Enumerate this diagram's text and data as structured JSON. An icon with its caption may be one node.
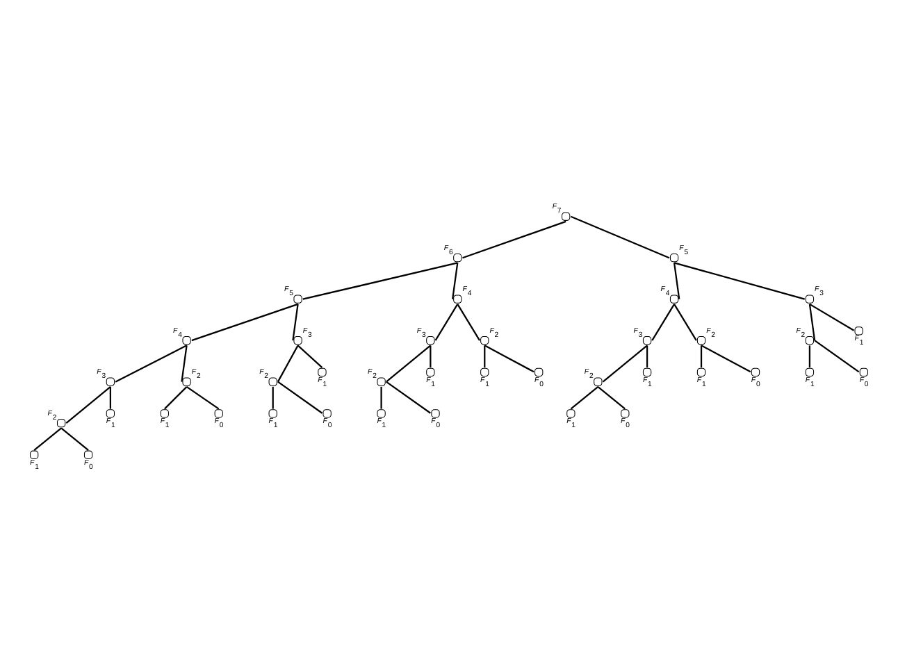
{
  "diagram": {
    "nodes": [
      {
        "text": [],
        "shape": "circle",
        "beside": [
          "F$_{7}$"
        ]
      },
      {
        "text": [],
        "shape": "circle",
        "beside": [
          "F$_{6}$"
        ]
      },
      {
        "text": [],
        "shape": "circle",
        "beside": [
          "F$_{5}$"
        ]
      },
      {
        "text": [],
        "shape": "circle",
        "beside": [
          "F$_{5}$"
        ]
      },
      {
        "text": [],
        "shape": "circle",
        "beside": [
          "F$_{4}$"
        ]
      },
      {
        "text": [],
        "shape": "circle",
        "beside": [
          "F$_{4}$"
        ]
      },
      {
        "text": [],
        "shape": "circle",
        "beside": [
          "F$_{3}$"
        ]
      },
      {
        "text": [],
        "shape": "circle",
        "beside": [
          "F$_{4}$"
        ]
      },
      {
        "text": [],
        "shape": "circle",
        "beside": [
          "F$_{3}$"
        ]
      },
      {
        "text": [],
        "shape": "circle",
        "beside": [
          "F$_{3}$"
        ]
      },
      {
        "text": [],
        "shape": "circle",
        "beside": [
          "F$_{2}$"
        ]
      },
      {
        "text": [],
        "shape": "circle",
        "beside": [
          "F$_{3}$"
        ]
      },
      {
        "text": [],
        "shape": "circle",
        "beside": [
          "F$_{2}$"
        ]
      },
      {
        "text": [],
        "shape": "circle",
        "beside": [
          "F$_{2}$"
        ]
      },
      {
        "text": [],
        "shape": "circle",
        "beside": [
          "F$_{1}$"
        ]
      },
      {
        "text": [],
        "shape": "circle",
        "beside": [
          "F$_{3}$"
        ]
      },
      {
        "text": [],
        "shape": "circle",
        "beside": [
          "F$_{2}$"
        ]
      },
      {
        "text": [],
        "shape": "circle",
        "beside": [
          "F$_{2}$"
        ]
      },
      {
        "text": [],
        "shape": "circle",
        "beside": [
          "F$_{1}$"
        ]
      },
      {
        "text": [],
        "shape": "circle",
        "beside": [
          "F$_{2}$"
        ]
      },
      {
        "text": [],
        "shape": "circle",
        "beside": [
          "F$_{1}$"
        ]
      },
      {
        "text": [],
        "shape": "circle",
        "beside": [
          "F$_{1}$"
        ]
      },
      {
        "text": [],
        "shape": "circle",
        "beside": [
          "F$_{0}$"
        ]
      },
      {
        "text": [],
        "shape": "circle",
        "beside": [
          "F$_{2}$"
        ]
      },
      {
        "text": [],
        "shape": "circle",
        "beside": [
          "F$_{1}$"
        ]
      },
      {
        "text": [],
        "shape": "circle",
        "beside": [
          "F$_{1}$"
        ]
      },
      {
        "text": [],
        "shape": "circle",
        "beside": [
          "F$_{0}$"
        ]
      },
      {
        "text": [],
        "shape": "circle",
        "beside": [
          "F$_{1}$"
        ]
      },
      {
        "text": [],
        "shape": "circle",
        "beside": [
          "F$_{0}$"
        ]
      },
      {
        "text": [],
        "shape": "circle",
        "beside": [
          "F$_{2}$"
        ]
      },
      {
        "text": [],
        "shape": "circle",
        "beside": [
          "F$_{1}$"
        ]
      },
      {
        "text": [],
        "shape": "circle",
        "beside": [
          "F$_{1}$"
        ]
      },
      {
        "text": [],
        "shape": "circle",
        "beside": [
          "F$_{0}$"
        ]
      },
      {
        "text": [],
        "shape": "circle",
        "beside": [
          "F$_{1}$"
        ]
      },
      {
        "text": [],
        "shape": "circle",
        "beside": [
          "F$_{0}$"
        ]
      },
      {
        "text": [],
        "shape": "circle",
        "beside": [
          "F$_{1}$"
        ]
      },
      {
        "text": [],
        "shape": "circle",
        "beside": [
          "F$_{0}$"
        ]
      },
      {
        "text": [],
        "shape": "circle",
        "beside": [
          "F$_{1}$"
        ]
      },
      {
        "text": [],
        "shape": "circle",
        "beside": [
          "F$_{0}$"
        ]
      },
      {
        "text": [],
        "shape": "circle",
        "beside": [
          "F$_{1}$"
        ]
      },
      {
        "text": [],
        "shape": "circle",
        "beside": [
          "F$_{0}$"
        ]
      }
    ],
    "edges": [
      {
        "from": 0,
        "to": 1,
        "arrow": "none"
      },
      {
        "from": 0,
        "to": 2,
        "arrow": "none"
      },
      {
        "from": 1,
        "to": 3,
        "arrow": "none"
      },
      {
        "from": 1,
        "to": 4,
        "arrow": "none"
      },
      {
        "from": 2,
        "to": 5,
        "arrow": "none"
      },
      {
        "from": 2,
        "to": 6,
        "arrow": "none"
      },
      {
        "from": 3,
        "to": 7,
        "arrow": "none"
      },
      {
        "from": 3,
        "to": 8,
        "arrow": "none"
      },
      {
        "from": 4,
        "to": 9,
        "arrow": "none"
      },
      {
        "from": 4,
        "to": 10,
        "arrow": "none"
      },
      {
        "from": 5,
        "to": 11,
        "arrow": "none"
      },
      {
        "from": 5,
        "to": 12,
        "arrow": "none"
      },
      {
        "from": 6,
        "to": 13,
        "arrow": "none"
      },
      {
        "from": 6,
        "to": 14,
        "arrow": "none"
      },
      {
        "from": 7,
        "to": 15,
        "arrow": "none"
      },
      {
        "from": 7,
        "to": 16,
        "arrow": "none"
      },
      {
        "from": 8,
        "to": 17,
        "arrow": "none"
      },
      {
        "from": 8,
        "to": 18,
        "arrow": "none"
      },
      {
        "from": 9,
        "to": 19,
        "arrow": "none"
      },
      {
        "from": 9,
        "to": 20,
        "arrow": "none"
      },
      {
        "from": 10,
        "to": 21,
        "arrow": "none"
      },
      {
        "from": 10,
        "to": 22,
        "arrow": "none"
      },
      {
        "from": 11,
        "to": 23,
        "arrow": "none"
      },
      {
        "from": 11,
        "to": 24,
        "arrow": "none"
      },
      {
        "from": 12,
        "to": 25,
        "arrow": "none"
      },
      {
        "from": 12,
        "to": 26,
        "arrow": "none"
      },
      {
        "from": 13,
        "to": 27,
        "arrow": "none"
      },
      {
        "from": 13,
        "to": 28,
        "arrow": "none"
      },
      {
        "from": 15,
        "to": 29,
        "arrow": "none"
      },
      {
        "from": 15,
        "to": 30,
        "arrow": "none"
      },
      {
        "from": 16,
        "to": 31,
        "arrow": "none"
      },
      {
        "from": 16,
        "to": 32,
        "arrow": "none"
      },
      {
        "from": 17,
        "to": 33,
        "arrow": "none"
      },
      {
        "from": 17,
        "to": 34,
        "arrow": "none"
      },
      {
        "from": 19,
        "to": 35,
        "arrow": "none"
      },
      {
        "from": 19,
        "to": 36,
        "arrow": "none"
      },
      {
        "from": 23,
        "to": 37,
        "arrow": "none"
      },
      {
        "from": 23,
        "to": 38,
        "arrow": "none"
      },
      {
        "from": 29,
        "to": 39,
        "arrow": "none"
      },
      {
        "from": 29,
        "to": 40,
        "arrow": "none"
      }
    ]
  }
}
